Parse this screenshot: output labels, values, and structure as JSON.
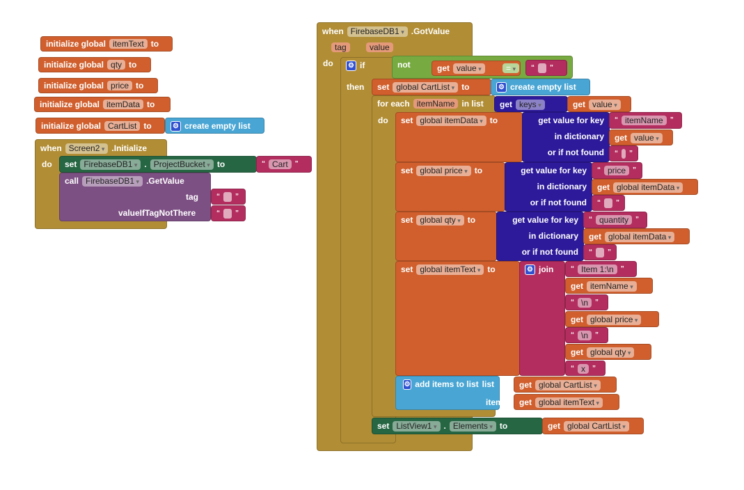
{
  "kw": {
    "init": "initialize global",
    "to": "to",
    "set": "set",
    "get": "get",
    "when": "when",
    "do": "do",
    "then": "then",
    "if": "if",
    "not": "not",
    "eq": "=",
    "qo": "“",
    "qc": "”",
    "call": "call",
    "dot": ".",
    "gear": "⚙",
    "for_each": "for each",
    "in_list": "in list",
    "join": "join",
    "get_value_for_key": "get value for key",
    "in_dictionary": "in dictionary",
    "or_if_not_found": "or if not found",
    "add_items": "add items to list",
    "list": "list",
    "item": "item",
    "create_empty_list": "create empty list"
  },
  "globals": [
    "itemText",
    "qty",
    "price",
    "itemData",
    "CartList"
  ],
  "screen_init": {
    "component": "Screen2",
    "event": ".Initialize",
    "db": "FirebaseDB1",
    "prop": "ProjectBucket",
    "value": "Cart",
    "method": ".GetValue",
    "tag": "tag",
    "vitnt": "valueIfTagNotThere"
  },
  "got_value": {
    "component": "FirebaseDB1",
    "event": ".GotValue",
    "params": [
      "tag",
      "value"
    ],
    "value_var": "value",
    "keys": "keys",
    "item_var": "itemName",
    "vars": {
      "cartlist": "global CartList",
      "itemdata": "global itemData",
      "price": "global price",
      "qty": "global qty",
      "itemtext": "global itemText"
    },
    "keys_text": {
      "itemname": "itemName",
      "price": "price",
      "quantity": "quantity"
    },
    "join_items": {
      "item1": "Item 1:\\n",
      "nl": "\\n",
      "x": "x"
    },
    "listview": "ListView1",
    "elements": "Elements"
  }
}
